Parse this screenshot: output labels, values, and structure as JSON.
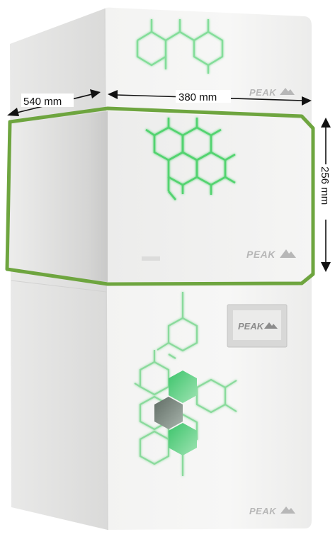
{
  "dimensions": {
    "depth": "540 mm",
    "width": "380 mm",
    "height": "256 mm"
  },
  "brand": {
    "logo_text": "PEAK"
  },
  "colors": {
    "highlight_green": "#6ea53f",
    "led_green": "#5fd67a",
    "casing": "#f1f1f0",
    "casing_side": "#e4e4e3"
  }
}
